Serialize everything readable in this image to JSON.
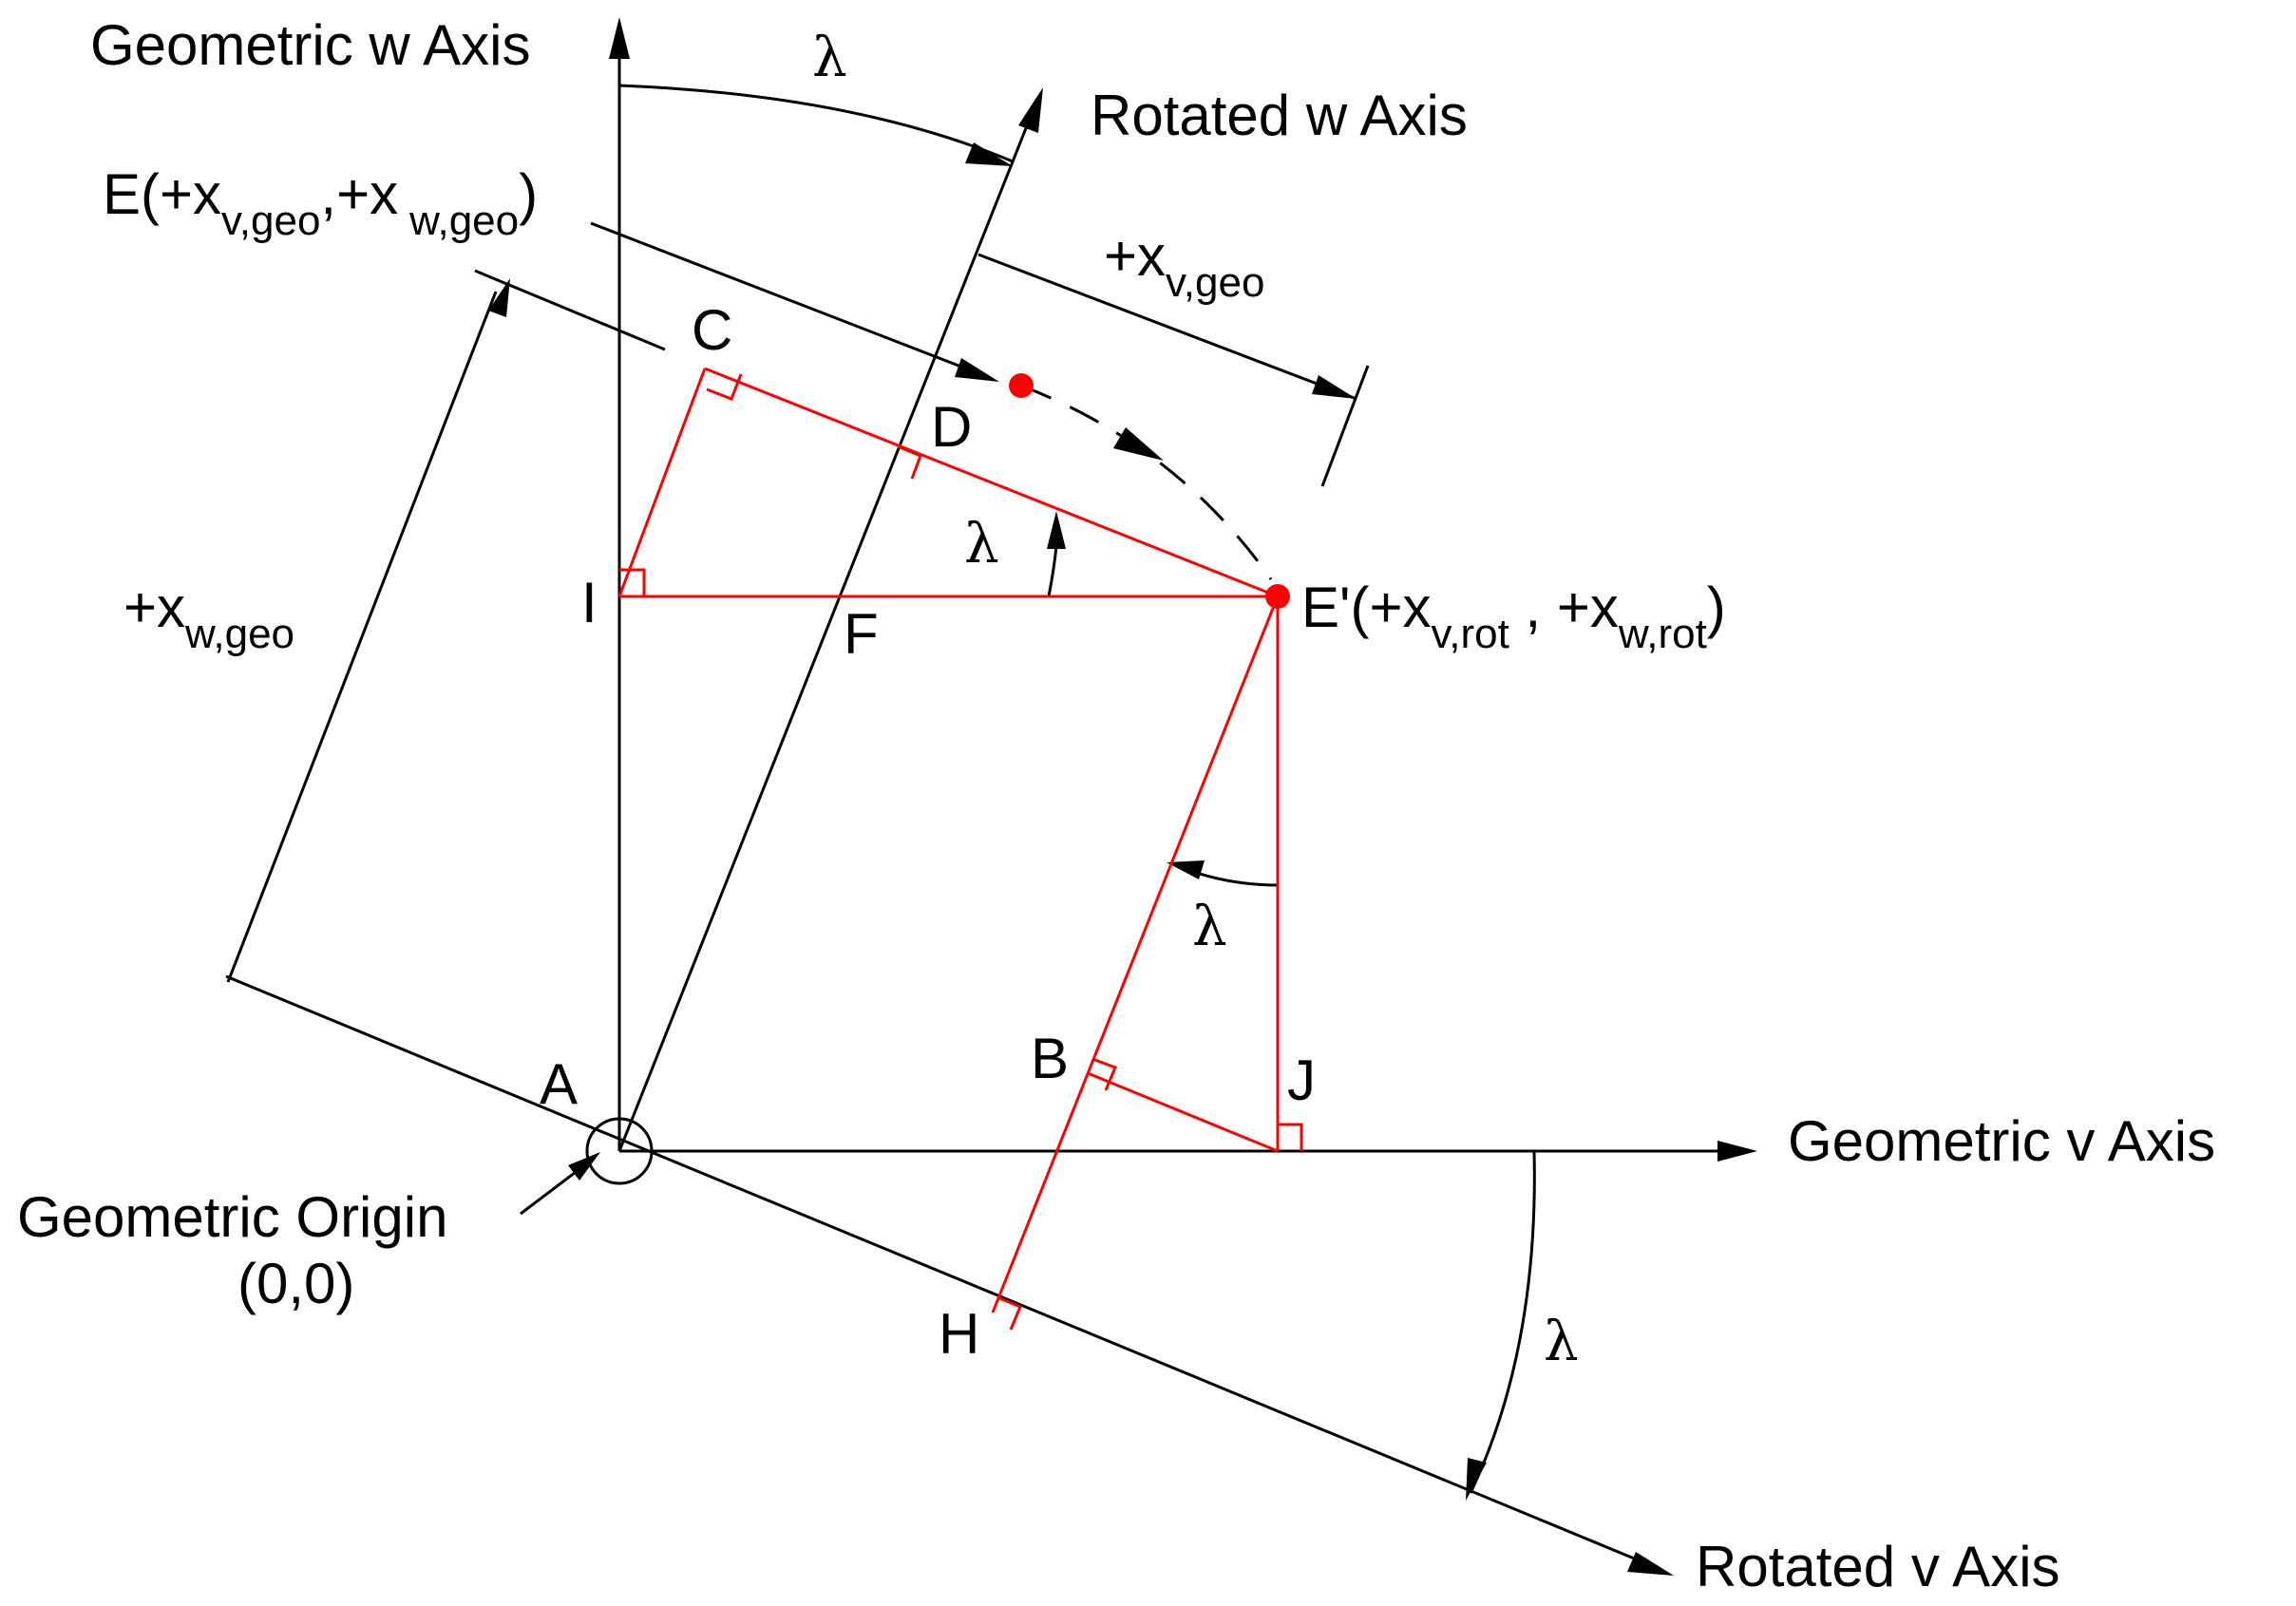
{
  "labels": {
    "geo_w_axis": "Geometric w Axis",
    "rot_w_axis": "Rotated w Axis",
    "geo_v_axis": "Geometric v Axis",
    "rot_v_axis": "Rotated v Axis",
    "origin_line1": "Geometric Origin",
    "origin_line2": "(0,0)",
    "lambda": "λ",
    "point_A": "A",
    "point_B": "B",
    "point_C": "C",
    "point_D": "D",
    "point_E_prime_head": "E'(+x",
    "point_F": "F",
    "point_H": "H",
    "point_I": "I",
    "point_J": "J",
    "E_open": "E(+x",
    "sub_v_geo": "v,geo",
    "E_mid": ",+x",
    "sub_w_geo": "w,geo",
    "close_paren": ")",
    "plus_x": "+x",
    "sub_v_rot": "v,rot",
    "sep": " , +x",
    "sub_w_rot": "w,rot"
  },
  "colors": {
    "axis": "#000000",
    "construction": "#ff0000",
    "point": "#ff0000"
  }
}
